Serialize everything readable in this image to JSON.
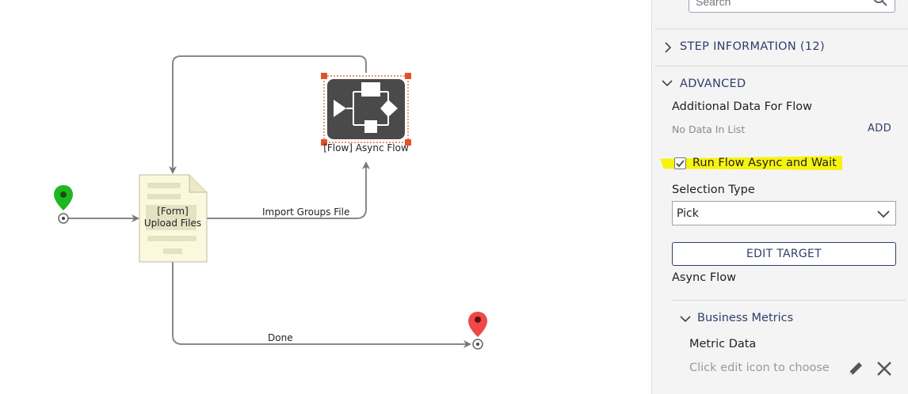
{
  "canvas": {
    "nodes": {
      "form": {
        "line1": "[Form]",
        "line2": "Upload Files"
      },
      "flow": {
        "label": "[Flow] Async Flow"
      }
    },
    "edges": {
      "import": "Import  Groups  File",
      "done": "Done"
    }
  },
  "panel": {
    "search_placeholder": "Search",
    "step_information": "STEP INFORMATION (12)",
    "advanced": "ADVANCED",
    "additional_data_label": "Additional Data For Flow",
    "no_data": "No Data In List",
    "add": "ADD",
    "run_async_label": "Run Flow Async and Wait",
    "run_async_checked": true,
    "selection_type_label": "Selection Type",
    "selection_type_value": "Pick",
    "edit_target": "EDIT TARGET",
    "target_name": "Async Flow",
    "business_metrics": "Business Metrics",
    "metric_data_label": "Metric Data",
    "metric_placeholder": "Click edit icon to choose"
  },
  "colors": {
    "accent": "#2f3d6b",
    "start_pin": "#1fb71f",
    "end_pin": "#f04848",
    "selection": "#e0532a",
    "highlight": "#f5f200"
  }
}
